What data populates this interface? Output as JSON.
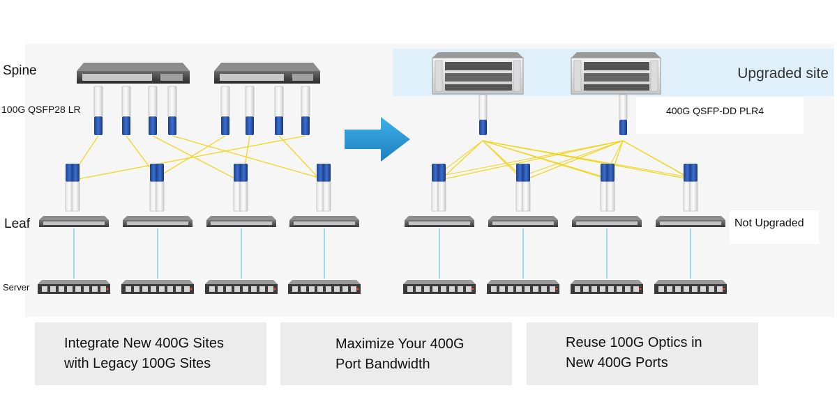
{
  "labels": {
    "spine": "Spine",
    "leaf": "Leaf",
    "server": "Server",
    "optic_100g": "100G QSFP28 LR",
    "optic_400g": "400G QSFP-DD PLR4",
    "upgraded_site": "Upgraded site",
    "not_upgraded": "Not Upgraded"
  },
  "captions": [
    {
      "line1": "Integrate New 400G Sites",
      "line2": "with Legacy 100G Sites"
    },
    {
      "line1": "Maximize Your 400G",
      "line2": "Port Bandwidth"
    },
    {
      "line1": "Reuse 100G Optics in",
      "line2": "New 400G Ports"
    }
  ],
  "colors": {
    "fiber": "#f2d51d",
    "server_link": "#7fd0ea",
    "arrow": "#2a9ad6",
    "upgraded_band": "#dff0fb",
    "panel": "#f6f6f6",
    "caption_bg": "#ececec"
  },
  "icons": {
    "transition": "arrow-right-icon",
    "optic": "optical-transceiver-icon",
    "spine_switch": "spine-switch-icon",
    "chassis": "modular-chassis-icon",
    "leaf_switch": "leaf-switch-icon",
    "server": "rack-server-icon"
  }
}
